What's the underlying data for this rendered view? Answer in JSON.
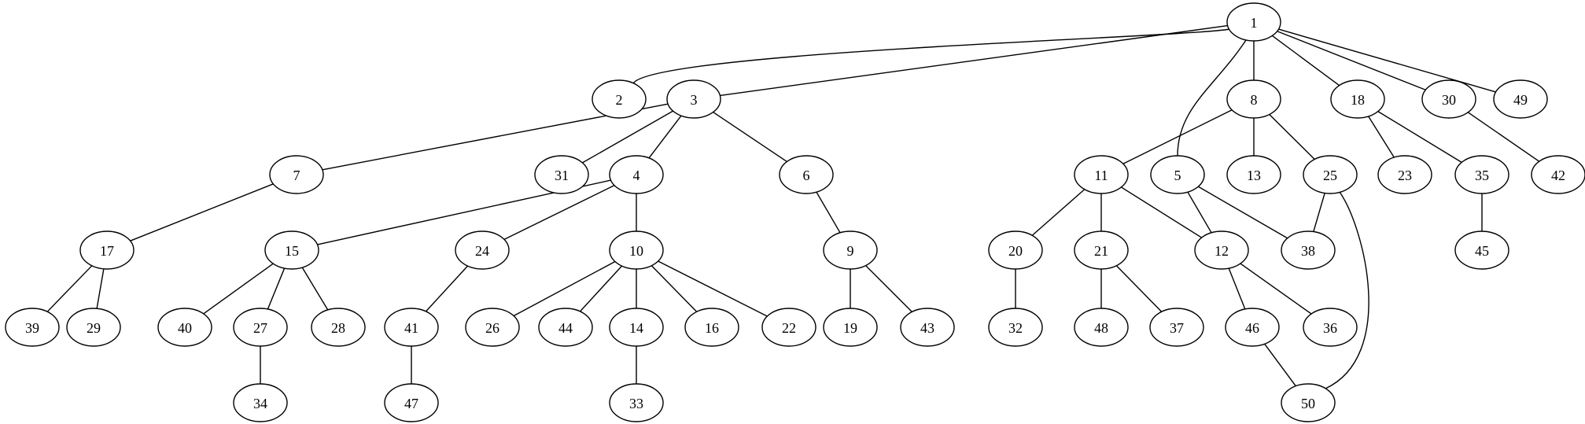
{
  "graph": {
    "nodes": [
      "1",
      "2",
      "3",
      "4",
      "5",
      "6",
      "7",
      "8",
      "9",
      "10",
      "11",
      "12",
      "13",
      "14",
      "15",
      "16",
      "17",
      "18",
      "19",
      "20",
      "21",
      "22",
      "23",
      "24",
      "25",
      "26",
      "27",
      "28",
      "29",
      "30",
      "31",
      "32",
      "33",
      "34",
      "35",
      "36",
      "37",
      "38",
      "39",
      "40",
      "41",
      "42",
      "43",
      "44",
      "45",
      "46",
      "47",
      "48",
      "49",
      "50"
    ],
    "edges": [
      [
        "1",
        "2"
      ],
      [
        "1",
        "3"
      ],
      [
        "1",
        "5"
      ],
      [
        "1",
        "8"
      ],
      [
        "1",
        "18"
      ],
      [
        "1",
        "30"
      ],
      [
        "1",
        "49"
      ],
      [
        "3",
        "7"
      ],
      [
        "3",
        "31"
      ],
      [
        "3",
        "4"
      ],
      [
        "3",
        "6"
      ],
      [
        "8",
        "11"
      ],
      [
        "8",
        "13"
      ],
      [
        "8",
        "25"
      ],
      [
        "18",
        "23"
      ],
      [
        "18",
        "35"
      ],
      [
        "30",
        "42"
      ],
      [
        "7",
        "17"
      ],
      [
        "4",
        "15"
      ],
      [
        "4",
        "24"
      ],
      [
        "4",
        "10"
      ],
      [
        "6",
        "9"
      ],
      [
        "11",
        "20"
      ],
      [
        "11",
        "21"
      ],
      [
        "11",
        "12"
      ],
      [
        "5",
        "12"
      ],
      [
        "5",
        "38"
      ],
      [
        "25",
        "38"
      ],
      [
        "25",
        "50"
      ],
      [
        "35",
        "45"
      ],
      [
        "17",
        "39"
      ],
      [
        "17",
        "29"
      ],
      [
        "15",
        "40"
      ],
      [
        "15",
        "27"
      ],
      [
        "15",
        "28"
      ],
      [
        "24",
        "41"
      ],
      [
        "10",
        "26"
      ],
      [
        "10",
        "44"
      ],
      [
        "10",
        "14"
      ],
      [
        "10",
        "16"
      ],
      [
        "10",
        "22"
      ],
      [
        "9",
        "19"
      ],
      [
        "9",
        "43"
      ],
      [
        "20",
        "32"
      ],
      [
        "21",
        "48"
      ],
      [
        "21",
        "37"
      ],
      [
        "12",
        "46"
      ],
      [
        "12",
        "36"
      ],
      [
        "27",
        "34"
      ],
      [
        "41",
        "47"
      ],
      [
        "14",
        "33"
      ],
      [
        "46",
        "50"
      ]
    ]
  }
}
